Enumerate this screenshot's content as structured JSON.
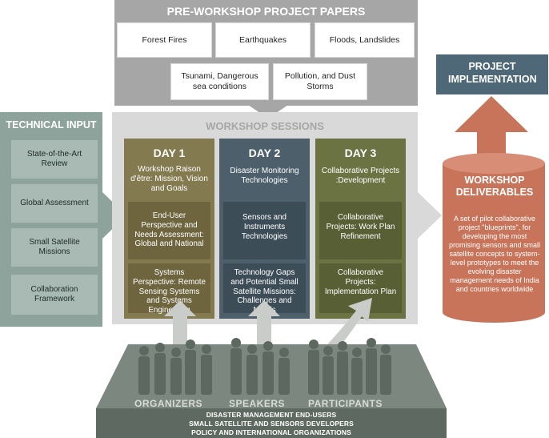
{
  "pre_workshop": {
    "title": "PRE-WORKSHOP PROJECT PAPERS",
    "papers": [
      "Forest Fires",
      "Earthquakes",
      "Floods, Landslides",
      "Tsunami, Dangerous sea conditions",
      "Pollution, and Dust Storms"
    ]
  },
  "technical_input": {
    "title": "TECHNICAL INPUT",
    "items": [
      "State-of-the-Art Review",
      "Global Assessment",
      "Small Satellite Missions",
      "Collaboration Framework"
    ]
  },
  "workshop_sessions": {
    "title": "WORKSHOP SESSIONS",
    "days": [
      {
        "title": "DAY 1",
        "subtitle": "Workshop Raison d'être: Mission, Vision and Goals",
        "boxes": [
          "End-User Perspective and Needs Assessment: Global and National",
          "Systems Perspective: Remote Sensing Systems and Systems Engineering"
        ]
      },
      {
        "title": "DAY 2",
        "subtitle": "Disaster Monitoring Technologies",
        "boxes": [
          "Sensors and Instruments Technologies",
          "Technology Gaps and Potential Small Satellite Missions: Challenges and Needs"
        ]
      },
      {
        "title": "DAY 3",
        "subtitle": "Collaborative Projects :Development",
        "boxes": [
          "Collaborative Projects: Work Plan Refinement",
          "Collaborative Projects: Implementation Plan"
        ]
      }
    ]
  },
  "project_implementation": "PROJECT IMPLEMENTATION",
  "deliverables": {
    "title": "WORKSHOP DELIVERABLES",
    "text": "A set of pilot collaborative project \"blueprints\", for developing the most promising sensors and small satellite concepts to system-level prototypes to meet the evolving disaster management needs of India and countries worldwide"
  },
  "people": [
    "ORGANIZERS",
    "SPEAKERS",
    "PARTICIPANTS"
  ],
  "audiences": [
    "DISASTER MANAGEMENT END-USERS",
    "SMALL SATELLITE AND SENSORS DEVELOPERS",
    "POLICY AND INTERNATIONAL ORGANIZATIONS"
  ],
  "colors": {
    "gray_panel": "#a6a6a6",
    "session_panel": "#d9d9d9",
    "tech_panel": "#8ea39b",
    "day1": "#837a4f",
    "day2": "#4c5f6b",
    "day3": "#6b7342",
    "deliverables": "#c8745a",
    "project_box": "#4e6877",
    "platform": "#6f7b72"
  }
}
